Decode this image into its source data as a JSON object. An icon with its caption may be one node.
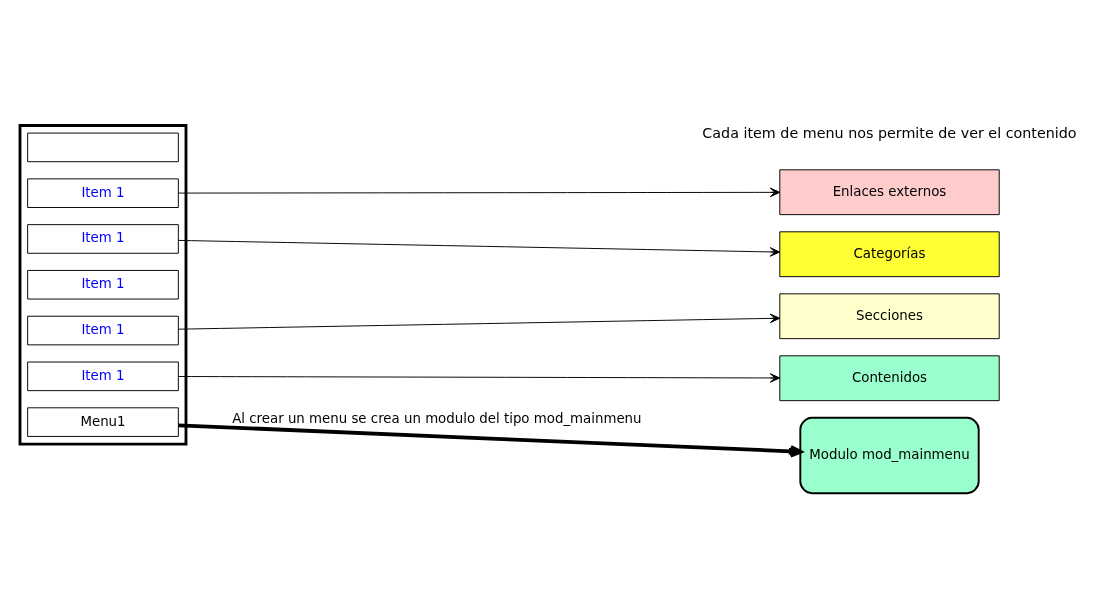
{
  "diagram": {
    "nodes": [
      {
        "text": [],
        "shape": "box"
      },
      {
        "text": [
          "Menu1"
        ],
        "in": 0
      },
      {
        "text": [
          "Item 1"
        ],
        "in": 0
      },
      {
        "text": [
          "Item 1"
        ],
        "in": 0
      },
      {
        "text": [
          "Item 1"
        ],
        "in": 0
      },
      {
        "text": [
          "Item 1"
        ],
        "in": 0
      },
      {
        "text": [
          "Item 1"
        ],
        "in": 0
      },
      {
        "text": [],
        "shape": "box",
        "in": 0
      },
      {
        "text": [
          "Modulo mod_mainmenu"
        ]
      },
      {
        "text": [
          "Contenidos"
        ]
      },
      {
        "text": [
          "Secciones"
        ]
      },
      {
        "text": [
          "Categorías"
        ]
      },
      {
        "text": [
          "Enlaces externos"
        ]
      }
    ],
    "edges": [
      {
        "from": 1,
        "to": 8,
        "arrow": "to",
        "label": "Al crear un menu se crea un modulo del tipo mod_mainmenu",
        "style": "thick"
      },
      {
        "from": 2,
        "to": 9,
        "arrow": "to"
      },
      {
        "from": 3,
        "to": 10,
        "arrow": "to"
      },
      {
        "from": 5,
        "to": 11,
        "arrow": "to"
      },
      {
        "from": 6,
        "to": 12,
        "arrow": "to"
      }
    ],
    "labels": [
      "Cada item de menu nos permite de ver el contenido"
    ]
  }
}
